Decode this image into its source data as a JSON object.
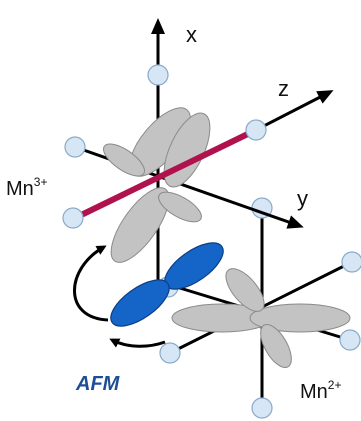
{
  "axes": {
    "x_label": "x",
    "y_label": "y",
    "z_label": "z"
  },
  "ions": {
    "upper": {
      "symbol": "Mn",
      "charge": "3+"
    },
    "lower": {
      "symbol": "Mn",
      "charge": "2+"
    }
  },
  "coupling_label": "AFM",
  "colors": {
    "bond": "#b0124e",
    "lobe_gray": "#c3c3c3",
    "lobe_blue": "#1565c8",
    "atom": "#d6e6f5",
    "afm_text": "#1e4f96",
    "line": "#000000"
  },
  "icons": {
    "x_axis": "arrow-up-icon",
    "y_axis": "arrow-right-icon",
    "z_axis": "arrow-up-right-icon",
    "hopping": "curved-arrow-icon"
  }
}
